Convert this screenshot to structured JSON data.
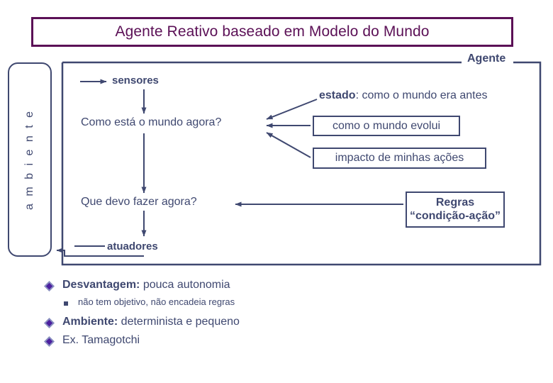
{
  "slide": {
    "title": "Agente Reativo baseado em Modelo do Mundo",
    "agent_label": "Agente",
    "environment_label": "a m b i e n t e"
  },
  "colors": {
    "title_purple": "#5b1056",
    "navy": "#3f4870",
    "bullet_violet": "#4c20a0",
    "background": "#ffffff"
  },
  "diagram": {
    "sensors_label": "sensores",
    "actuators_label": "atuadores",
    "percept_question": "Como está o mundo agora?",
    "action_question": "Que devo fazer agora?",
    "state_bold": "estado",
    "state_rest": ": como o mundo era antes",
    "world_evolution_box": "como o mundo evolui",
    "action_impact_box": "impacto de minhas ações",
    "rules_box_line1": "Regras",
    "rules_box_line2": "“condição-ação”"
  },
  "bullets": [
    {
      "level": 1,
      "marker": "diamond-bullet-icon",
      "bold": "Desvantagem:",
      "rest": " pouca autonomia"
    },
    {
      "level": 2,
      "marker": "square-bullet-icon",
      "bold": "",
      "rest": "não tem objetivo, não encadeia regras"
    },
    {
      "level": 1,
      "marker": "diamond-bullet-icon",
      "bold": "Ambiente:",
      "rest": " determinista e pequeno"
    },
    {
      "level": 1,
      "marker": "diamond-bullet-icon",
      "bold": "",
      "rest": "Ex. Tamagotchi"
    }
  ]
}
